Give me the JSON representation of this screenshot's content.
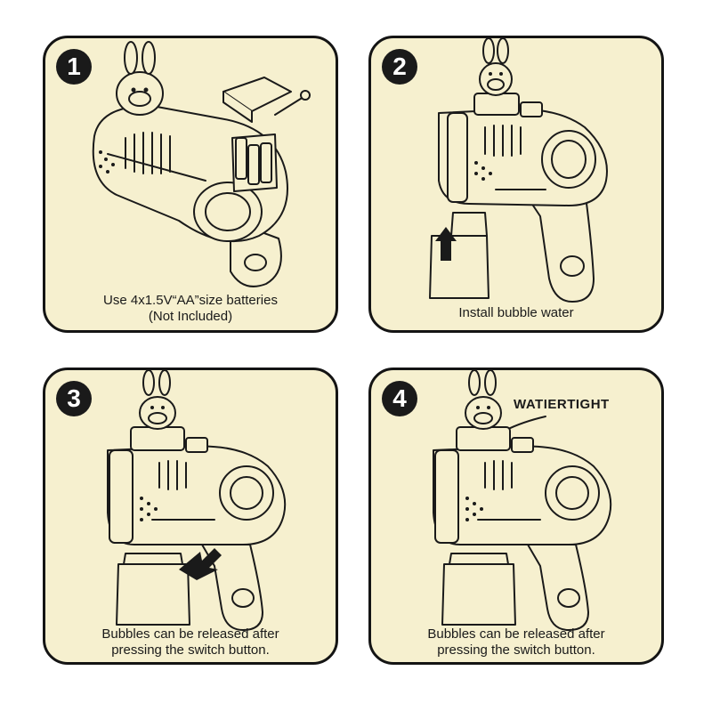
{
  "panels": [
    {
      "number": "1",
      "caption_line1": "Use 4x1.5V“AA”size batteries",
      "caption_line2": "(Not Included)"
    },
    {
      "number": "2",
      "caption_line1": "Install bubble water",
      "caption_line2": ""
    },
    {
      "number": "3",
      "caption_line1": "Bubbles can be released after",
      "caption_line2": "pressing the switch button."
    },
    {
      "number": "4",
      "caption_line1": "Bubbles can be released after",
      "caption_line2": "pressing the switch button.",
      "callout": "WATIERTIGHT"
    }
  ],
  "colors": {
    "panel_bg": "#f6f0cf",
    "outline": "#141414",
    "badge": "#1a1a1a"
  },
  "icons": [
    "bunny-bubble-gun-icon",
    "battery-icon",
    "bottle-icon",
    "arrow-icon"
  ]
}
